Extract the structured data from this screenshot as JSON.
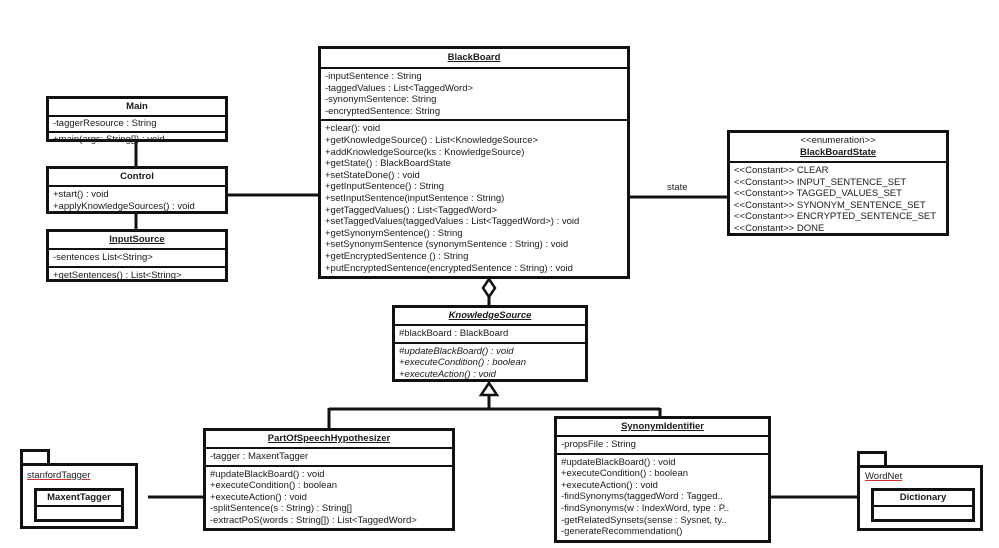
{
  "classes": {
    "blackboard": {
      "name": "BlackBoard",
      "attributes": [
        "-inputSentence : String",
        "-taggedValues : List<TaggedWord>",
        "-synonymSentence: String",
        "-encryptedSentence: String"
      ],
      "methods": [
        "+clear(): void",
        "+getKnowledgeSource() : List<KnowledgeSource>",
        "+addKnowledgeSource(ks : KnowledgeSource)",
        "+getState() : BlackBoardState",
        "+setStateDone() : void",
        "+getInputSentence() : String",
        "+setInputSentence(inputSentence : String)",
        "+getTaggedValues() : List<TaggedWord>",
        "+setTaggedValues(taggedValues : List<TaggedWord>) : void",
        "+getSynonymSentence() : String",
        "+setSynonymSentence (synonymSentence : String) : void",
        "+getEncryptedSentence () : String",
        "+putEncryptedSentence(encryptedSentence : String) : void"
      ]
    },
    "main": {
      "name": "Main",
      "attributes": [
        "-taggerResource : String"
      ],
      "methods": [
        "+main(args: String[]) : void"
      ]
    },
    "control": {
      "name": "Control",
      "methods": [
        "+start() : void",
        "+applyKnowledgeSources() : void"
      ]
    },
    "inputsource": {
      "name": "InputSource",
      "attributes": [
        "-sentences List<String>"
      ],
      "methods": [
        "+getSentences() : List<String>"
      ]
    },
    "blackboardstate": {
      "stereotype": "<<enumeration>>",
      "name": "BlackBoardState",
      "constants": [
        "<<Constant>> CLEAR",
        "<<Constant>> INPUT_SENTENCE_SET",
        "<<Constant>> TAGGED_VALUES_SET",
        "<<Constant>> SYNONYM_SENTENCE_SET",
        "<<Constant>> ENCRYPTED_SENTENCE_SET",
        "<<Constant>> DONE"
      ]
    },
    "knowledgesource": {
      "name": "KnowledgeSource",
      "attributes": [
        "#blackBoard : BlackBoard"
      ],
      "methods": [
        "#updateBlackBoard() : void",
        "+executeCondition() : boolean",
        "+executeAction() : void"
      ]
    },
    "posh": {
      "name": "PartOfSpeechHypothesizer",
      "attributes": [
        "-tagger : MaxentTagger"
      ],
      "methods": [
        "#updateBlackBoard() : void",
        "+executeCondition() : boolean",
        "+executeAction() : void",
        "-splitSentence(s : String) : String[]",
        "-extractPoS(words : String[]) : List<TaggedWord>"
      ]
    },
    "synonym": {
      "name": "SynonymIdentifier",
      "attributes": [
        "-propsFile : String"
      ],
      "methods": [
        "#updateBlackBoard() : void",
        "+executeCondition() : boolean",
        "+executeAction() : void",
        "-findSynonyms(taggedWord : Tagged..",
        "-findSynonyms(w : IndexWord, type : P..",
        "-getRelatedSynsets(sense : Sysnet, ty..",
        "-generateRecommendation()"
      ]
    }
  },
  "packages": {
    "stanford": {
      "name": "stanfordTagger",
      "class_name": "MaxentTagger"
    },
    "wordnet": {
      "name": "WordNet",
      "class_name": "Dictionary"
    }
  },
  "associations": {
    "state_label": "state"
  }
}
